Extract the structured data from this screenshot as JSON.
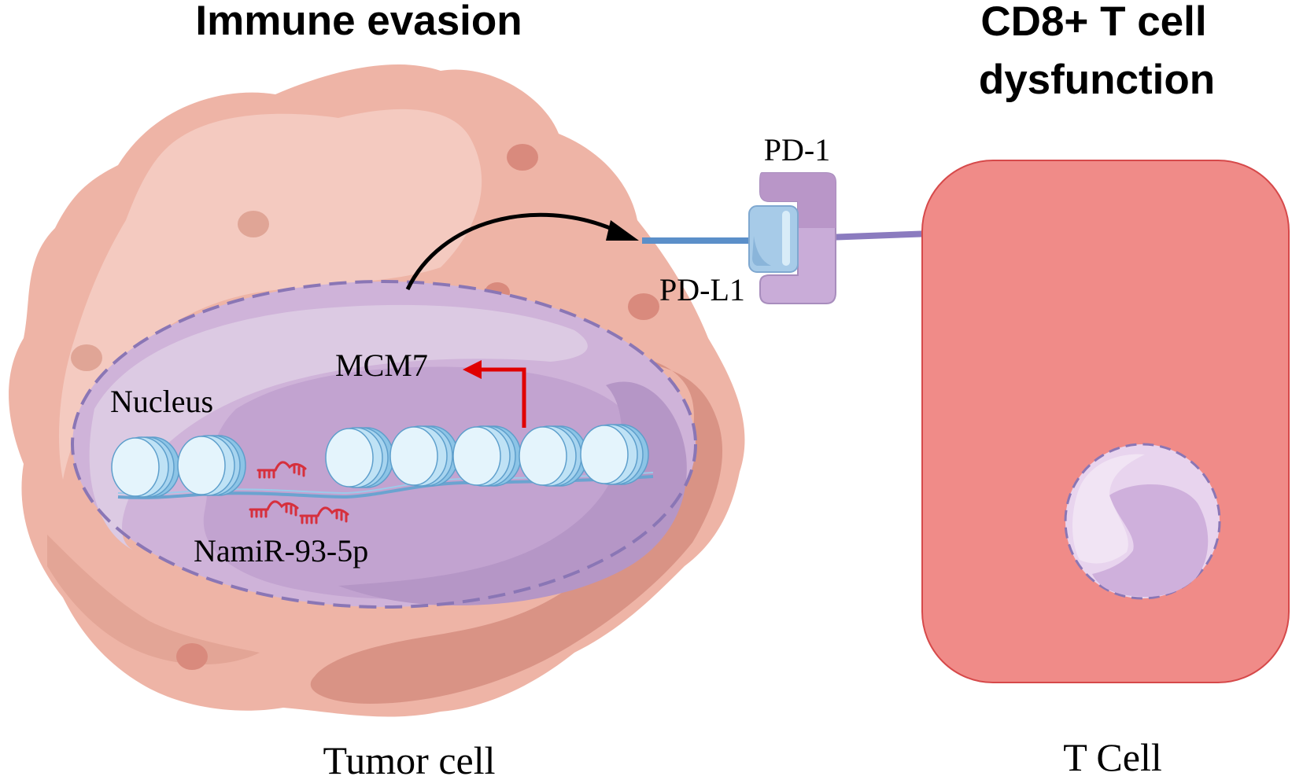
{
  "titles": {
    "left": "Immune evasion",
    "right_line1": "CD8+ T cell",
    "right_line2": "dysfunction"
  },
  "labels": {
    "pd1": "PD-1",
    "pdl1": "PD-L1",
    "mcm7": "MCM7",
    "nucleus": "Nucleus",
    "mirna": "NamiR-93-5p",
    "tumor_cell": "Tumor cell",
    "t_cell": "T Cell"
  },
  "colors": {
    "tumor_body": "#eeb4a6",
    "tumor_light": "#f4cac0",
    "tumor_dark": "#d99385",
    "nucleus_fill": "#cfb3d9",
    "nucleus_dark": "#b596c6",
    "nucleus_border": "#8a76b5",
    "t_cell_fill": "#f08b88",
    "t_cell_border": "#d6494a",
    "t_nucleus_fill": "#e8d4ee",
    "pd1": "#b996c8",
    "pdl1": "#a7cbe8",
    "mcm7_arrow": "#e00000",
    "mirna": "#d6303d",
    "nucleosome": "#bfe2f5"
  }
}
